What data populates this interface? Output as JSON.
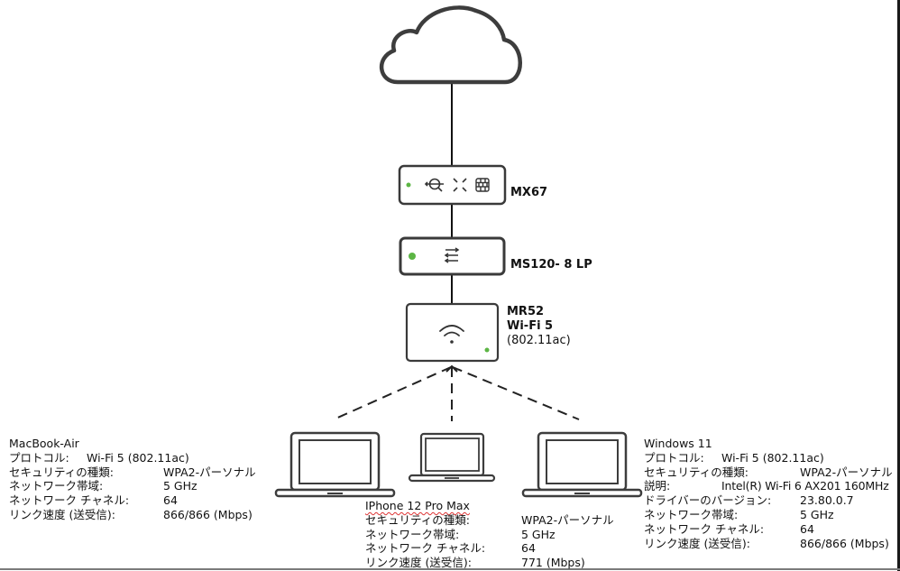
{
  "colors": {
    "stroke": "#3a3a3a",
    "status_led": "#5cb544",
    "frame": "#1a1a1a"
  },
  "nodes": {
    "internet": {
      "icon": "cloud-icon"
    },
    "mx": {
      "label": "MX67",
      "icons": [
        "traffic-inspection-icon",
        "vpn-icon",
        "firewall-icon"
      ]
    },
    "ms": {
      "label": "MS120- 8 LP",
      "icons": [
        "switch-arrows-icon"
      ]
    },
    "mr": {
      "label_lines": [
        "MR52",
        "Wi-Fi 5",
        "(802.11ac)"
      ],
      "icons": [
        "wifi-icon"
      ]
    }
  },
  "clients": {
    "macbook": {
      "title": "MacBook-Air",
      "rows": [
        {
          "key": "プロトコル:",
          "value": "Wi-Fi 5 (802.11ac)"
        },
        {
          "key": "セキュリティの種類:",
          "value": "WPA2-パーソナル"
        },
        {
          "key": "ネットワーク帯域:",
          "value": "5 GHz"
        },
        {
          "key": "ネットワーク チャネル:",
          "value": "64"
        },
        {
          "key": "リンク速度 (送受信):",
          "value": "866/866 (Mbps)"
        }
      ]
    },
    "iphone": {
      "title": "IPhone 12 Pro Max",
      "rows": [
        {
          "key": "セキュリティの種類:",
          "value": "WPA2-パーソナル"
        },
        {
          "key": "ネットワーク帯域:",
          "value": "5 GHz"
        },
        {
          "key": "ネットワーク チャネル:",
          "value": "64"
        },
        {
          "key": "リンク速度 (送受信):",
          "value": "771 (Mbps)"
        }
      ]
    },
    "windows": {
      "title": "Windows 11",
      "rows": [
        {
          "key": "プロトコル:",
          "value": "Wi-Fi 5 (802.11ac)"
        },
        {
          "key": "セキュリティの種類:",
          "value": "WPA2-パーソナル"
        },
        {
          "key": "説明:",
          "value": "Intel(R) Wi-Fi 6 AX201 160MHz"
        },
        {
          "key": "ドライバーのバージョン:",
          "value": "23.80.0.7"
        },
        {
          "key": "ネットワーク帯域:",
          "value": "5 GHz"
        },
        {
          "key": "ネットワーク チャネル:",
          "value": "64"
        },
        {
          "key": "リンク速度 (送受信):",
          "value": "866/866 (Mbps)"
        }
      ]
    }
  }
}
